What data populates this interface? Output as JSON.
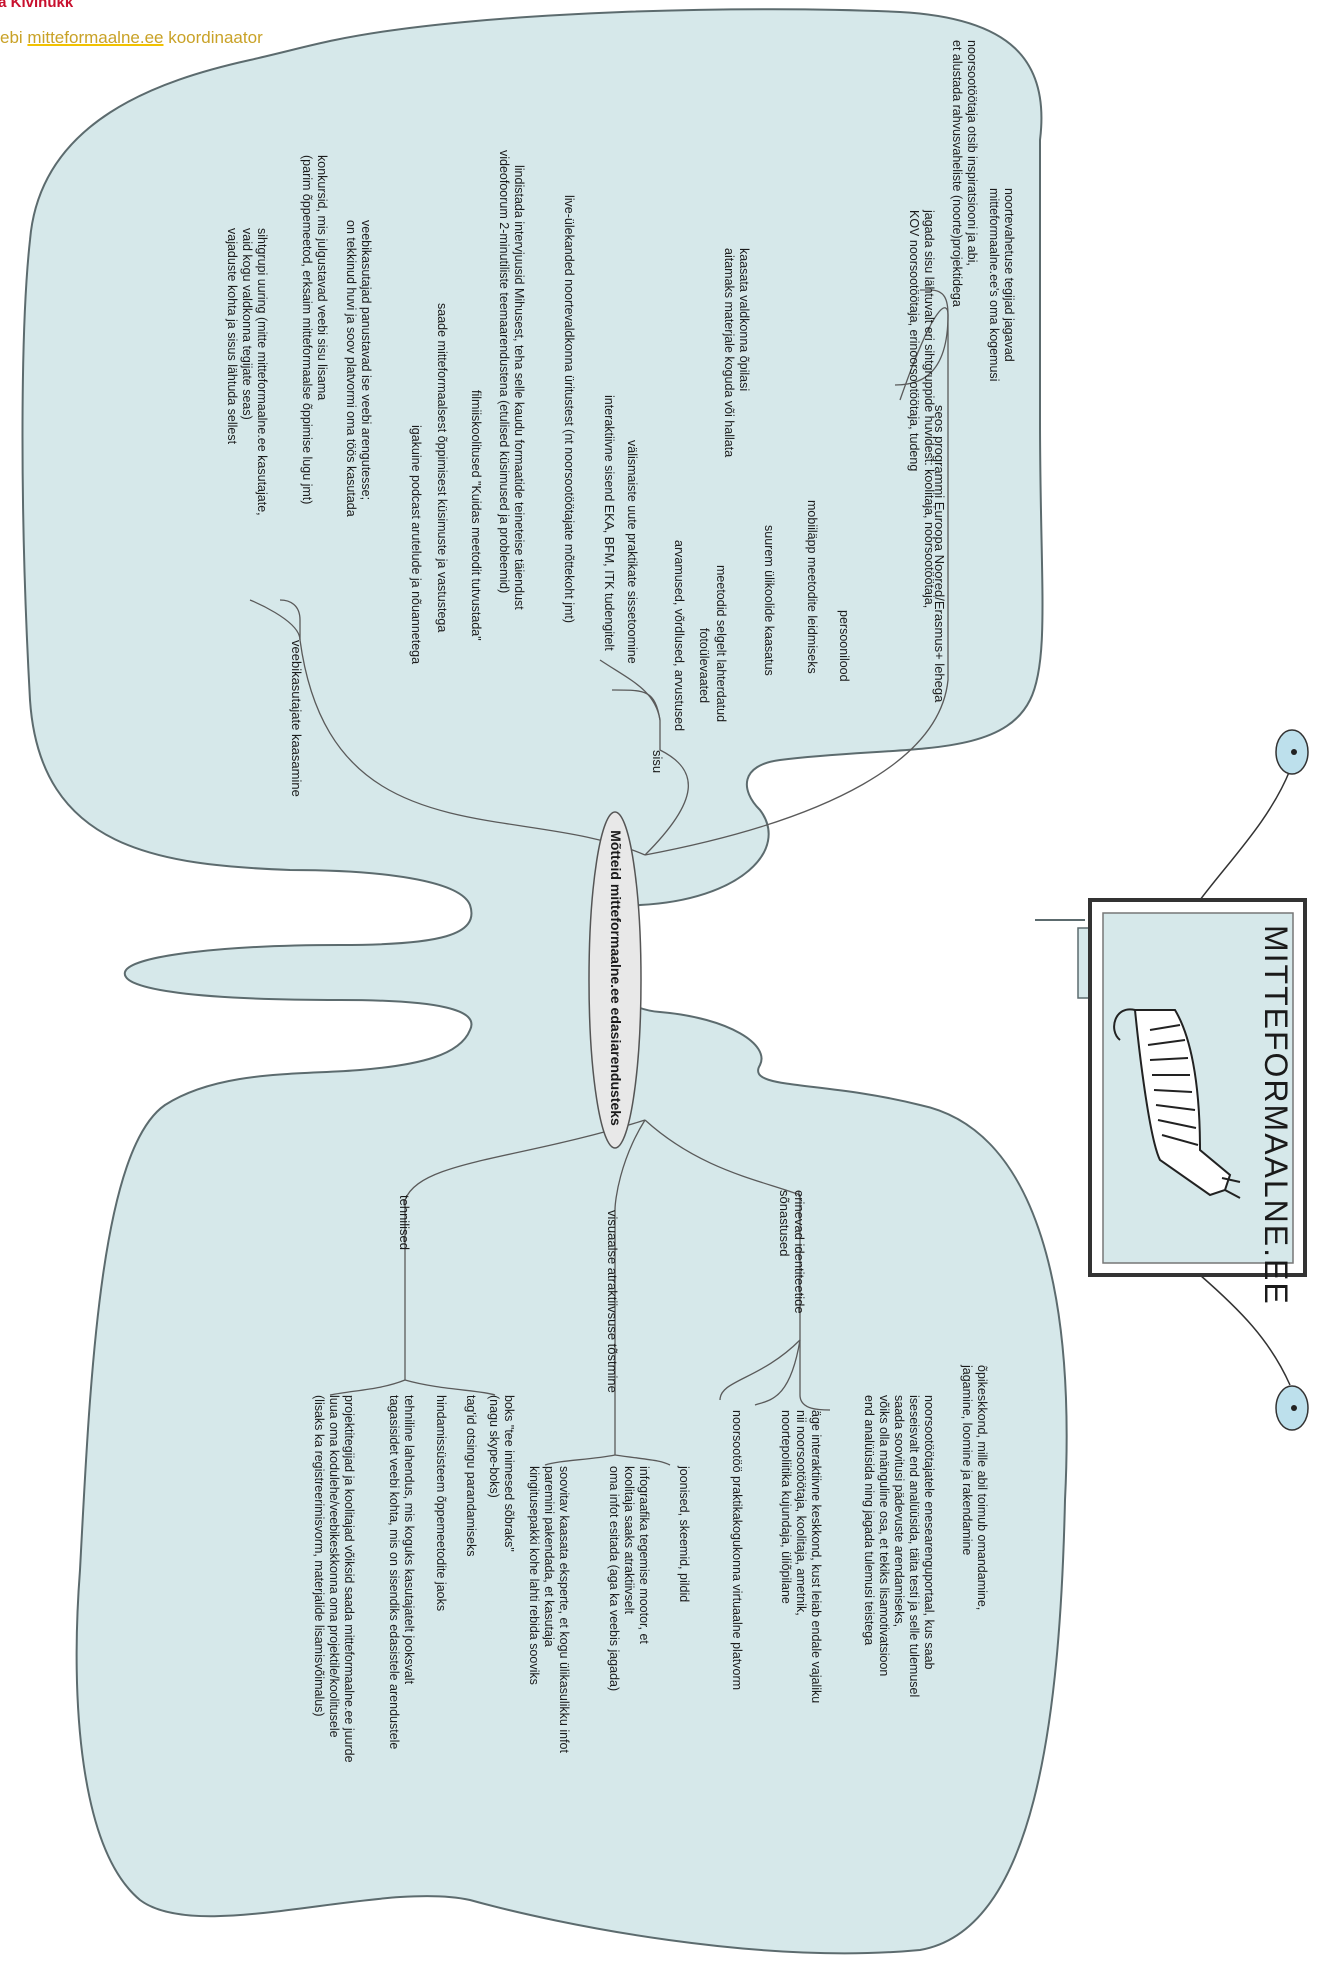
{
  "header": {
    "author": "ia Kivinukk",
    "role_prefix": "ebi ",
    "role_link": "mitteformaalne.ee",
    "role_suffix": " koordinaator"
  },
  "center": {
    "title": "Mõtteid mitteformaalne.ee edasiarendusteks"
  },
  "branches": {
    "seos": {
      "label": "seos programmi Euroopa Noored/Erasmus+ lehega",
      "items": [
        "noortevahetuse tegijad jagavad",
        "mitteformaalne.ee's oma kogemusi",
        "noorsootöötaja otsib inspiratsiooni ja abi,",
        "et alustada rahvusvaheliste (noorte)projektidega",
        "jagada sisu lähtuvalt eri sihtgruppide huvidest: koolitaja, noorsootöötaja,",
        "KOV noorsootöötaja, erinoorsootöötaja, tudeng"
      ]
    },
    "sisu": {
      "label": "sisu",
      "items": [
        "persoonilood",
        "mobiiläpp meetodite leidmiseks",
        "suurem ülikoolide kaasatus",
        "kaasata valdkonna õpilasi",
        "aitamaks materjale koguda või hallata",
        "meetodid selgelt lahterdatud",
        "fotoülevaated",
        "arvamused, võrdlused, arvustused",
        "välismaiste uute praktikate sissetoomine",
        "interaktiivne sisend EKA, BFM, ITK tudengitelt",
        "live-ülekanded noortevaldkonna üritustest (nt noorsootöötajate mõttekoht jmt)",
        "lindistada intervjuusid Mihusest, teha selle kaudu formaatide teineteise täiendust",
        "videofoorum 2-minutiliste teemaarendustena (etulised küsimused ja probleemid)",
        "filmiiskoolitused \"Kuidas meetodit tutvustada\"",
        "saade mitteformaalsest õppimisest küsimuste ja vastustega",
        "igakuine podcast arutelude ja nõuannetega"
      ]
    },
    "kaasamine": {
      "label": "veebikasutajate kaasamine",
      "items": [
        "veebikasutajad panustavad ise veebi arengutesse;",
        "on tekkinud huvi ja soov platvormi oma töös kasutada",
        "konkursid, mis julgustavad veebi sisu lisama",
        "(parim õppemeetod, erksaim mitteformaalse õppimise lugu jmt)",
        "sihtgrupi uuring (mitte mitteformaalne.ee kasutajate,",
        "vaid kogu valdkonna tegijate seas)",
        "vajaduste kohta ja sisus lähtuda sellest"
      ]
    },
    "identiteedid": {
      "label": "erinevad identiteetide",
      "label2": "sõnastused",
      "items": [
        "õpikeskkond, mille abil toimub omandamine,",
        "jagamine, loomine ja rakendamine",
        "noorsootöötajatele enesearenguportaal, kus saab",
        "iseseisvalt end analüüsida, täita testi ja selle tulemusel",
        "saada soovitusi pädevuste arendamiseks,",
        "võiks olla mänguline osa, et tekiks lisamotivatsioon",
        "end analüüsida ning jagada tulemusi teistega",
        "äge interaktiivne keskkond, kust leiab endale vajaliku",
        "nii noorsootöötaja, koolitaja, ametnik,",
        "noortepoliitika kujundaja, üliõpilane",
        "noorsootöö praktikakogukonna virtuaalne platvorm"
      ]
    },
    "visuaalne": {
      "label": "visuaalse atraktiivsuse tõstmine",
      "items": [
        "joonised, skeemid, pildid",
        "infograafika tegemise mootor, et",
        "koolitaja saaks atraktiivselt",
        "oma infot esitada (aga ka veebis jagada)",
        "soovitav kaasata eksperte, et kogu ülikasulikku infot",
        "paremini pakendada, et kasutaja",
        "kingitusepakki kohe lahti rebida sooviks"
      ]
    },
    "tehnilised": {
      "label": "tehnilised",
      "items": [
        "boks \"tee inimesed sõbraks\"",
        "(nagu skype-boks)",
        "tag'id otsingu parandamiseks",
        "hindamissüsteem õppemeetodite jaoks",
        "tehniline lahendus, mis koguks kasutajatelt jooksvalt",
        "tagasisidet veebi kohta, mis on sisendiks edasistele arendustele",
        "projektitegijad ja koolitajad võiksid saada mitteformaalne.ee juurde",
        "luua oma kodulehe/veebikeskkonna oma projektile/koolitusele",
        "(lisaks ka registreerimisvorm, materjalide lisamisvõimalus)"
      ]
    }
  },
  "logo": {
    "text": "MITTEFORMAALNE.EE"
  }
}
